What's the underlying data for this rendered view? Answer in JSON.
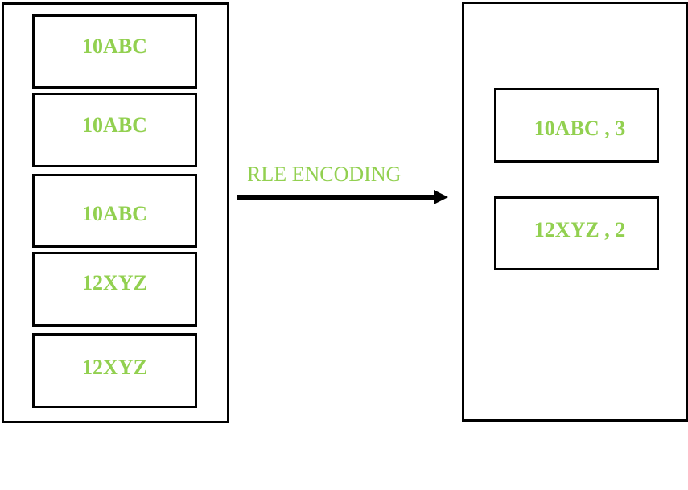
{
  "input": {
    "items": [
      "10ABC",
      "10ABC",
      "10ABC",
      "12XYZ",
      "12XYZ"
    ]
  },
  "transform": {
    "label": "RLE ENCODING"
  },
  "output": {
    "items": [
      "10ABC , 3",
      "12XYZ , 2"
    ]
  },
  "colors": {
    "text": "#92d050",
    "border": "#000000"
  }
}
